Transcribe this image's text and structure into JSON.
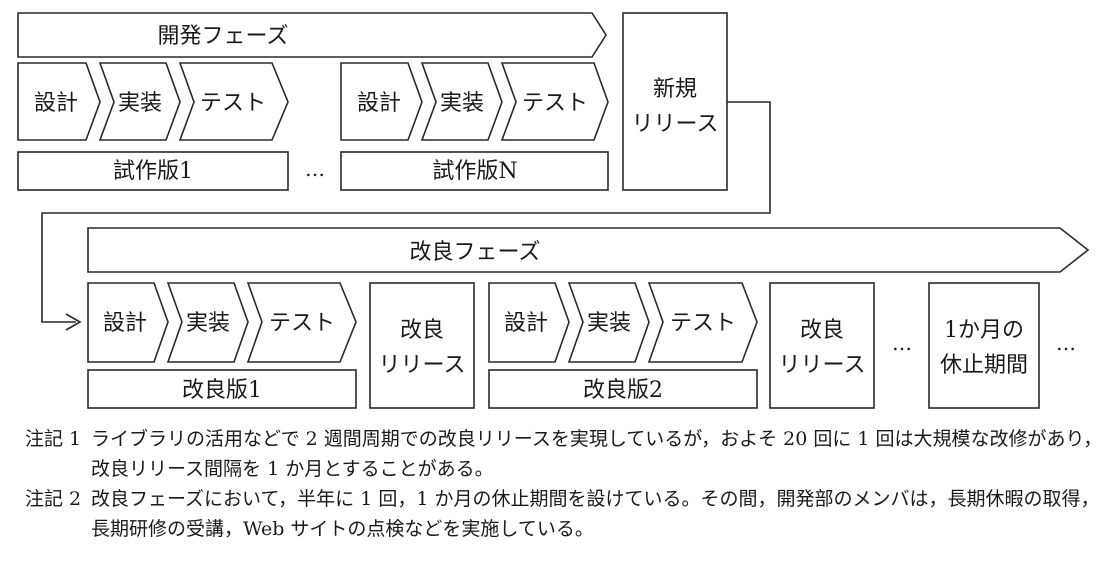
{
  "dev_phase": {
    "label": "開発フェーズ",
    "steps": [
      "設計",
      "実装",
      "テスト"
    ],
    "prototype_first": "試作版1",
    "prototype_last": "試作版N",
    "ellipsis": "…"
  },
  "new_release": [
    "新規",
    "リリース"
  ],
  "improve_phase": {
    "label": "改良フェーズ",
    "steps": [
      "設計",
      "実装",
      "テスト"
    ],
    "version_1": "改良版1",
    "version_2": "改良版2",
    "release": [
      "改良",
      "リリース"
    ],
    "ellipsis": "…",
    "pause": [
      "1か月の",
      "休止期間"
    ]
  },
  "notes": [
    {
      "label": "注記 1",
      "text": "ライブラリの活用などで 2 週間周期での改良リリースを実現しているが，およそ 20 回に 1 回は大規模な改修があり，改良リリース間隔を 1 か月とすることがある。"
    },
    {
      "label": "注記 2",
      "text": "改良フェーズにおいて，半年に 1 回，1 か月の休止期間を設けている。その間，開発部のメンバは，長期休暇の取得，長期研修の受講，Web サイトの点検などを実施している。"
    }
  ]
}
